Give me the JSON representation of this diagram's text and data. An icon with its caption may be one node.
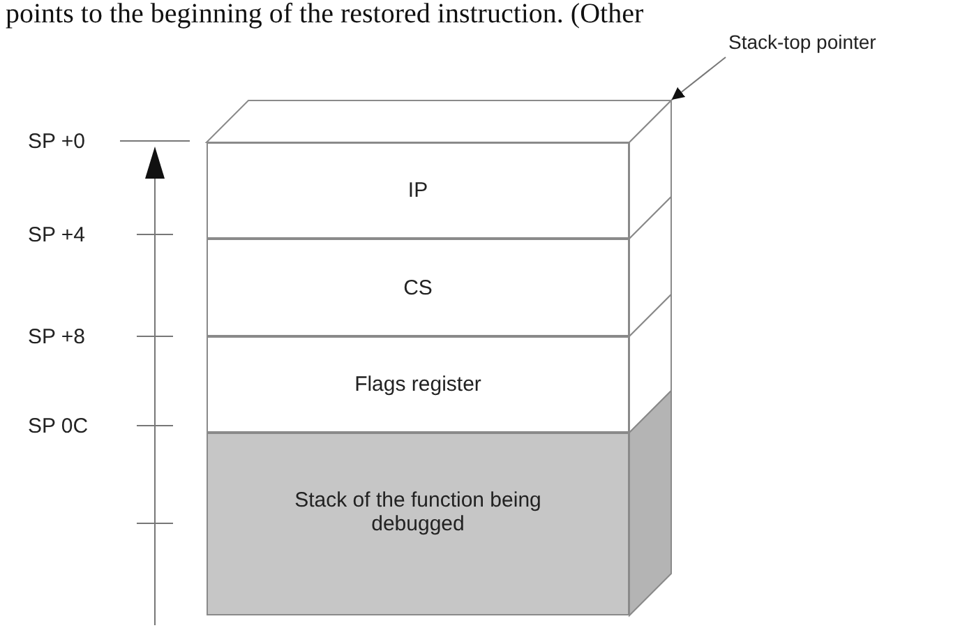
{
  "diagram": {
    "nodes": [
      {
        "text": [
          "Stack-top pointer"
        ]
      },
      {
        "text": [],
        "shape": "box"
      },
      {
        "text": [
          "IP"
        ],
        "in": 1
      },
      {
        "text": [
          "CS"
        ],
        "in": 1
      },
      {
        "text": [
          "Flags register"
        ],
        "in": 1
      },
      {
        "text": [
          "Stack of the function being debugged"
        ],
        "in": 1
      }
    ],
    "edges": [
      {
        "from": 0,
        "to": 1,
        "arrow": "to"
      }
    ],
    "labels": [
      "points to the beginning of the restored instruction. (Other",
      "SP +0",
      "SP +4",
      "SP +8",
      "SP 0C"
    ]
  }
}
